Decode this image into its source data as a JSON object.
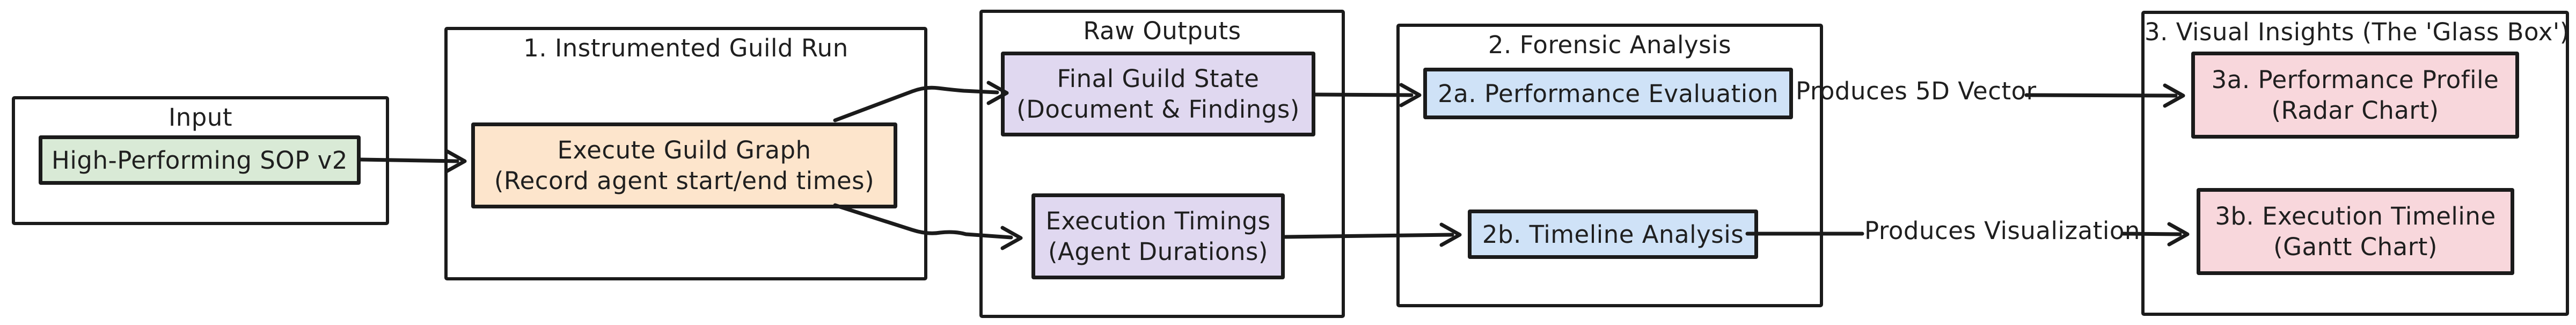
{
  "groups": [
    {
      "title": "Input",
      "nodes": [
        {
          "lines": [
            "High-Performing SOP v2"
          ]
        }
      ]
    },
    {
      "title": "1. Instrumented Guild Run",
      "nodes": [
        {
          "lines": [
            "Execute Guild Graph",
            "(Record agent start/end times)"
          ]
        }
      ]
    },
    {
      "title": "Raw Outputs",
      "nodes": [
        {
          "lines": [
            "Final Guild State",
            "(Document & Findings)"
          ]
        },
        {
          "lines": [
            "Execution Timings",
            "(Agent Durations)"
          ]
        }
      ]
    },
    {
      "title": "2. Forensic Analysis",
      "nodes": [
        {
          "lines": [
            "2a. Performance Evaluation"
          ]
        },
        {
          "lines": [
            "2b. Timeline Analysis"
          ]
        }
      ]
    },
    {
      "title": "3. Visual Insights (The 'Glass Box')",
      "nodes": [
        {
          "lines": [
            "3a. Performance Profile",
            "(Radar Chart)"
          ]
        },
        {
          "lines": [
            "3b. Execution Timeline",
            "(Gantt Chart)"
          ]
        }
      ]
    }
  ],
  "edge_labels": [
    "Produces 5D Vector",
    "Produces Visualization"
  ],
  "colors": {
    "background": "#ffffff",
    "stroke": "#1b1b1b",
    "text": "#1f1f1f",
    "green": "#d9ead6",
    "orange": "#fde5cc",
    "purple": "#e0d8f0",
    "blue": "#cfe2f7",
    "pink": "#f8d7dc"
  }
}
